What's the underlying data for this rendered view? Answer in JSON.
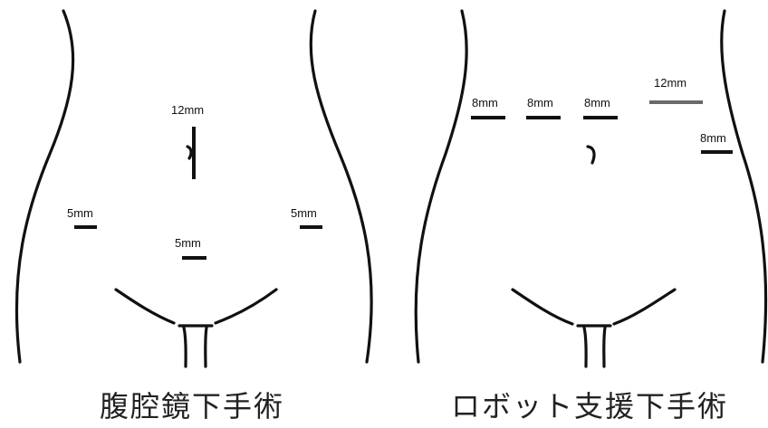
{
  "panels": [
    {
      "caption": "腹腔鏡下手術",
      "ports": [
        {
          "id": "umbilical",
          "label": "12mm"
        },
        {
          "id": "left",
          "label": "5mm"
        },
        {
          "id": "right",
          "label": "5mm"
        },
        {
          "id": "lower",
          "label": "5mm"
        }
      ]
    },
    {
      "caption": "ロボット支援下手術",
      "ports": [
        {
          "id": "arm1",
          "label": "8mm"
        },
        {
          "id": "arm2",
          "label": "8mm"
        },
        {
          "id": "arm3",
          "label": "8mm"
        },
        {
          "id": "assist",
          "label": "12mm"
        },
        {
          "id": "arm4",
          "label": "8mm"
        }
      ]
    }
  ],
  "colors": {
    "line": "#111111",
    "assist_port": "#6a6a6a"
  }
}
